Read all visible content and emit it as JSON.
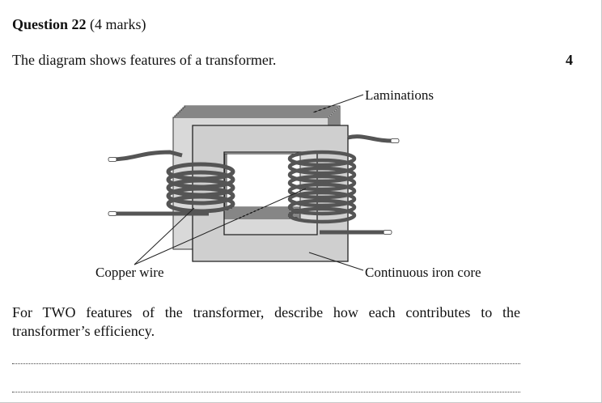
{
  "question": {
    "number_label": "Question 22",
    "marks_label": "(4 marks)",
    "intro": "The diagram shows features of a transformer.",
    "marks_value": "4"
  },
  "diagram": {
    "labels": {
      "laminations": "Laminations",
      "copper_wire": "Copper wire",
      "core": "Continuous iron core"
    }
  },
  "task": {
    "line1": "For TWO features of the transformer, describe how each contributes to the",
    "line2": "transformer’s efficiency."
  }
}
